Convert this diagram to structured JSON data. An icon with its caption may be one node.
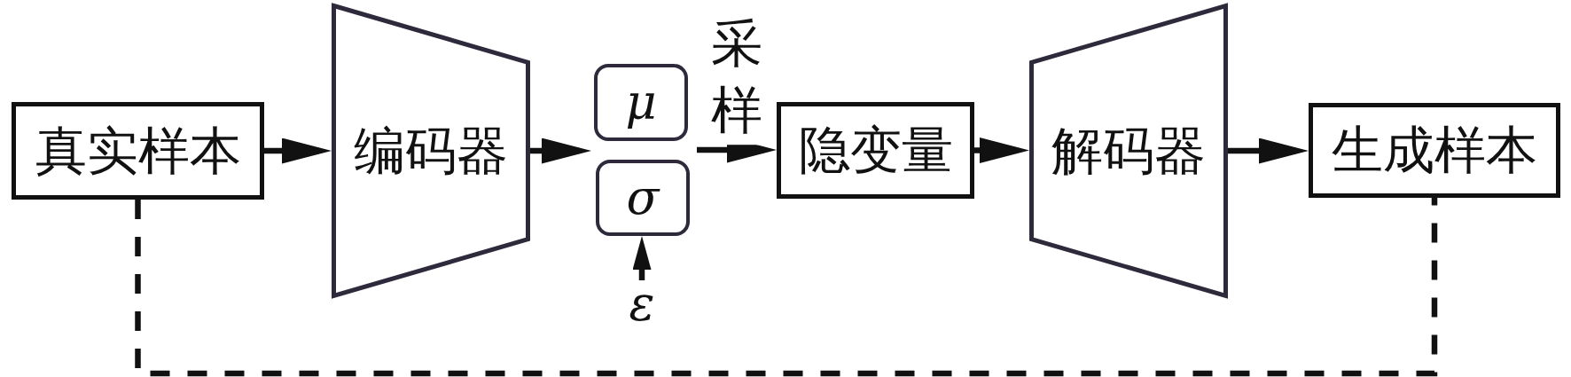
{
  "diagram": {
    "nodes": [
      {
        "text": [
          "真实样本"
        ]
      },
      {
        "text": [
          "编码器"
        ]
      },
      {
        "text": [
          "μ"
        ]
      },
      {
        "text": [
          "σ"
        ]
      },
      {
        "text": [
          "ε"
        ]
      },
      {
        "text": [
          "隐变量"
        ]
      },
      {
        "text": [
          "解码器"
        ]
      },
      {
        "text": [
          "生成样本"
        ]
      }
    ],
    "edges": [
      {
        "from": 0,
        "to": 1,
        "arrow": "to"
      },
      {
        "from": 1,
        "to": 2,
        "arrow": "to"
      },
      {
        "from": 1,
        "to": 3,
        "arrow": "to"
      },
      {
        "from": 2,
        "to": 5,
        "arrow": "to",
        "label": "采样"
      },
      {
        "from": 3,
        "to": 5,
        "arrow": "to"
      },
      {
        "from": 4,
        "to": 3,
        "arrow": "to"
      },
      {
        "from": 5,
        "to": 6,
        "arrow": "to"
      },
      {
        "from": 6,
        "to": 7,
        "arrow": "to"
      },
      {
        "from": 0,
        "to": 7,
        "arrow": "none",
        "style": "dashed"
      }
    ]
  }
}
